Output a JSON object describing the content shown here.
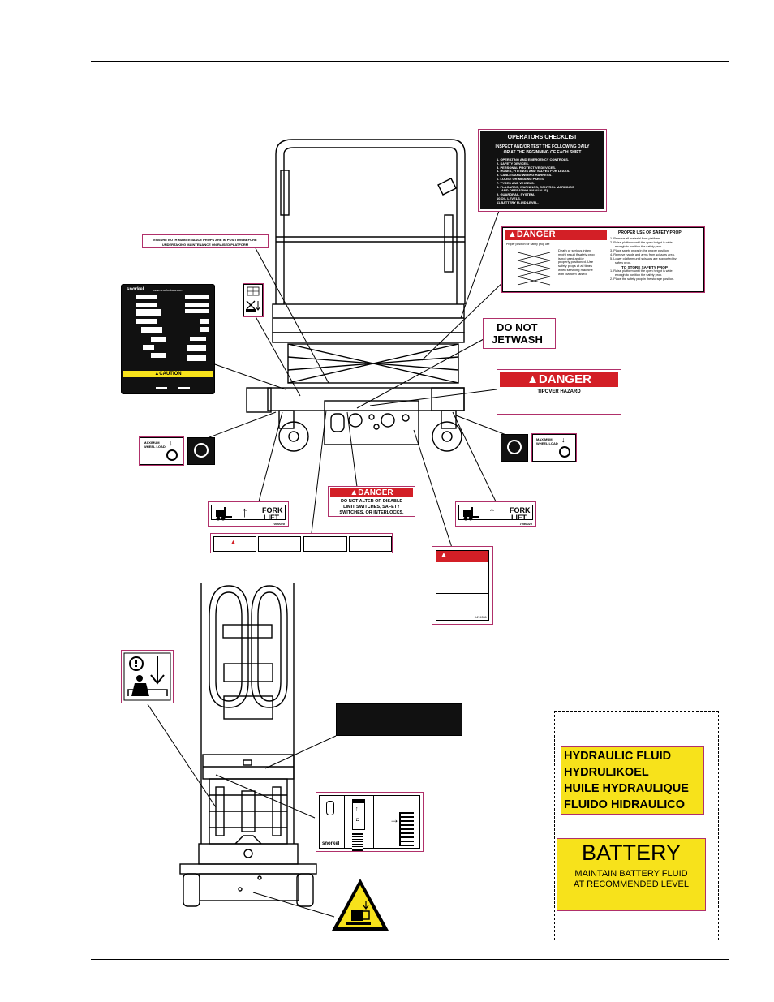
{
  "colors": {
    "danger_red": "#d31f26",
    "decal_border": "#b0306a",
    "caution_yellow": "#f7e21b",
    "label_black": "#111111"
  },
  "operators_checklist": {
    "title": "OPERATORS CHECKLIST",
    "instruction_1": "INSPECT AND/OR TEST THE FOLLOWING DAILY",
    "instruction_2": "OR AT THE BEGINNING OF EACH SHIFT",
    "items": [
      "1. OPERATING AND EMERGENCY CONTROLS.",
      "2. SAFETY DEVICES.",
      "3. PERSONAL PROTECTIVE DEVICES.",
      "4. HOSES, FITTINGS AND VALVES FOR LEAKS.",
      "5. CABLES AND WIRING HARNESS.",
      "6. LOOSE OR MISSING PARTS.",
      "7. TYRES AND WHEELS.",
      "8. PLACARDS, WARNINGS, CONTROL MARKINGS",
      "AND OPERATING MANUAL(S).",
      "9. GUARDRAIL SYSTEM.",
      "10.OIL LEVELS.",
      "11.BATTERY FLUID LEVEL."
    ]
  },
  "safety_prop": {
    "danger": "DANGER",
    "proper_position": "Proper position for safety prop use",
    "warning_text": [
      "Death or serious injury",
      "might result if safety prop",
      "is not used and/or",
      "properly positioned. Use",
      "safety props at all times",
      "when servicing machine",
      "with platform raised."
    ],
    "title": "PROPER USE OF SAFETY PROP",
    "steps": [
      "1. Remove all material from platform.",
      "2. Raise platform until the open height is wide",
      "enough to position the safety prop.",
      "3. Place safety props in the proper position.",
      "4. Remove hands and arms from scissors area.",
      "5. Lower platform until scissors are supported by",
      "safety prop."
    ],
    "store_title": "TO STORE SAFETY PROP",
    "store_steps": [
      "1. Raise platform until the open height is wide",
      "enough to position the safety prop.",
      "2. Place the safety prop in the storage position."
    ]
  },
  "maintenance_props": {
    "line1": "ENSURE BOTH MAINTENANCE PROPS ARE IN POSITION BEFORE",
    "line2": "UNDERTAKING MAINTENANCE ON RAISED PLATFORM"
  },
  "jetwash": {
    "line1": "DO NOT",
    "line2": "JETWASH"
  },
  "tipover": {
    "danger": "DANGER",
    "text": "TIPOVER HAZARD"
  },
  "serial_plate": {
    "brand": "snorkel",
    "web": "www.snorkelusa.com",
    "caution": "CAUTION"
  },
  "wheel_load": {
    "line1": "MAXIMUM",
    "line2": "WHEEL LOAD"
  },
  "fork_lift": {
    "line1": "FORK",
    "line2": "LIFT",
    "part_left": "7050020",
    "part_right": "7050020"
  },
  "limit_switch": {
    "danger": "DANGER",
    "lines": [
      "DO NOT ALTER OR DISABLE",
      "LIMIT SWITCHES, SAFETY",
      "SWITCHES, OR INTERLOCKS."
    ]
  },
  "small_warning": {
    "part": "0474511"
  },
  "battery_label": {
    "title": "BATTERY",
    "line1": "MAINTAIN BATTERY FLUID",
    "line2": "AT RECOMMENDED LEVEL"
  },
  "hydraulic_label": {
    "lines": [
      "HYDRAULIC FLUID",
      "HYDRULIKOEL",
      "HUILE HYDRAULIQUE",
      "FLUIDO HIDRAULICO"
    ]
  },
  "prop_instructions": {
    "brand": "snorkel"
  }
}
